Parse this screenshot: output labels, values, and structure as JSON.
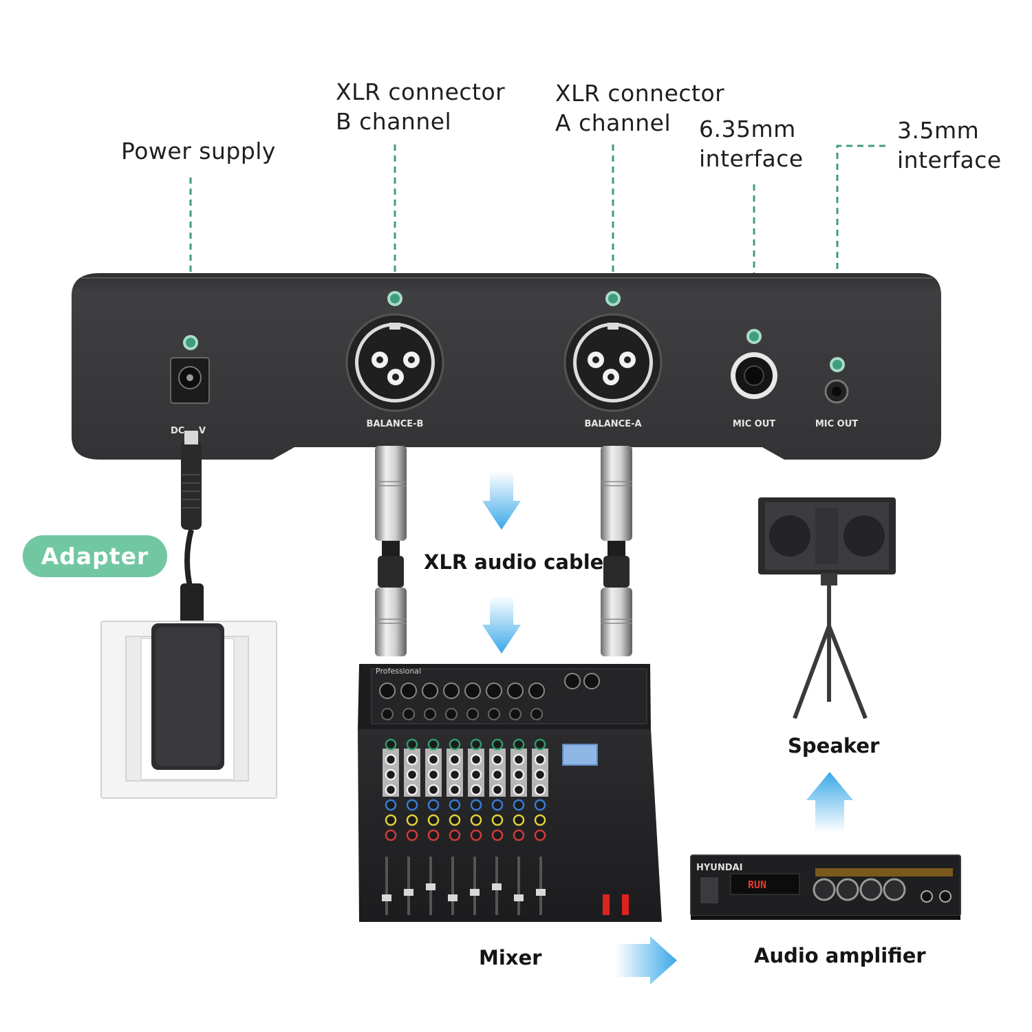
{
  "callouts": {
    "power": "Power supply",
    "xlr_b_line1": "XLR connector",
    "xlr_b_line2": "B channel",
    "xlr_a_line1": "XLR connector",
    "xlr_a_line2": "A channel",
    "jack635_line1": "6.35mm",
    "jack635_line2": "interface",
    "jack35_line1": "3.5mm",
    "jack35_line2": "interface"
  },
  "panel": {
    "balance_b": "BALANCE-B",
    "balance_a": "BALANCE-A",
    "mic_out_1": "MIC OUT",
    "mic_out_2": "MIC OUT",
    "dc": "DC",
    "dc_v": "V"
  },
  "labels": {
    "adapter": "Adapter",
    "cable": "XLR audio cable",
    "mixer": "Mixer",
    "amplifier": "Audio amplifier",
    "speaker": "Speaker"
  },
  "devices": {
    "mixer_brand": "Professional",
    "amp_brand": "HYUNDAI",
    "amp_display": "RUN"
  },
  "colors": {
    "accent": "#72c7a3",
    "callout_line": "#3f9c7c",
    "arrow": "#3aa8e8",
    "panel": "#3b3b3d"
  }
}
